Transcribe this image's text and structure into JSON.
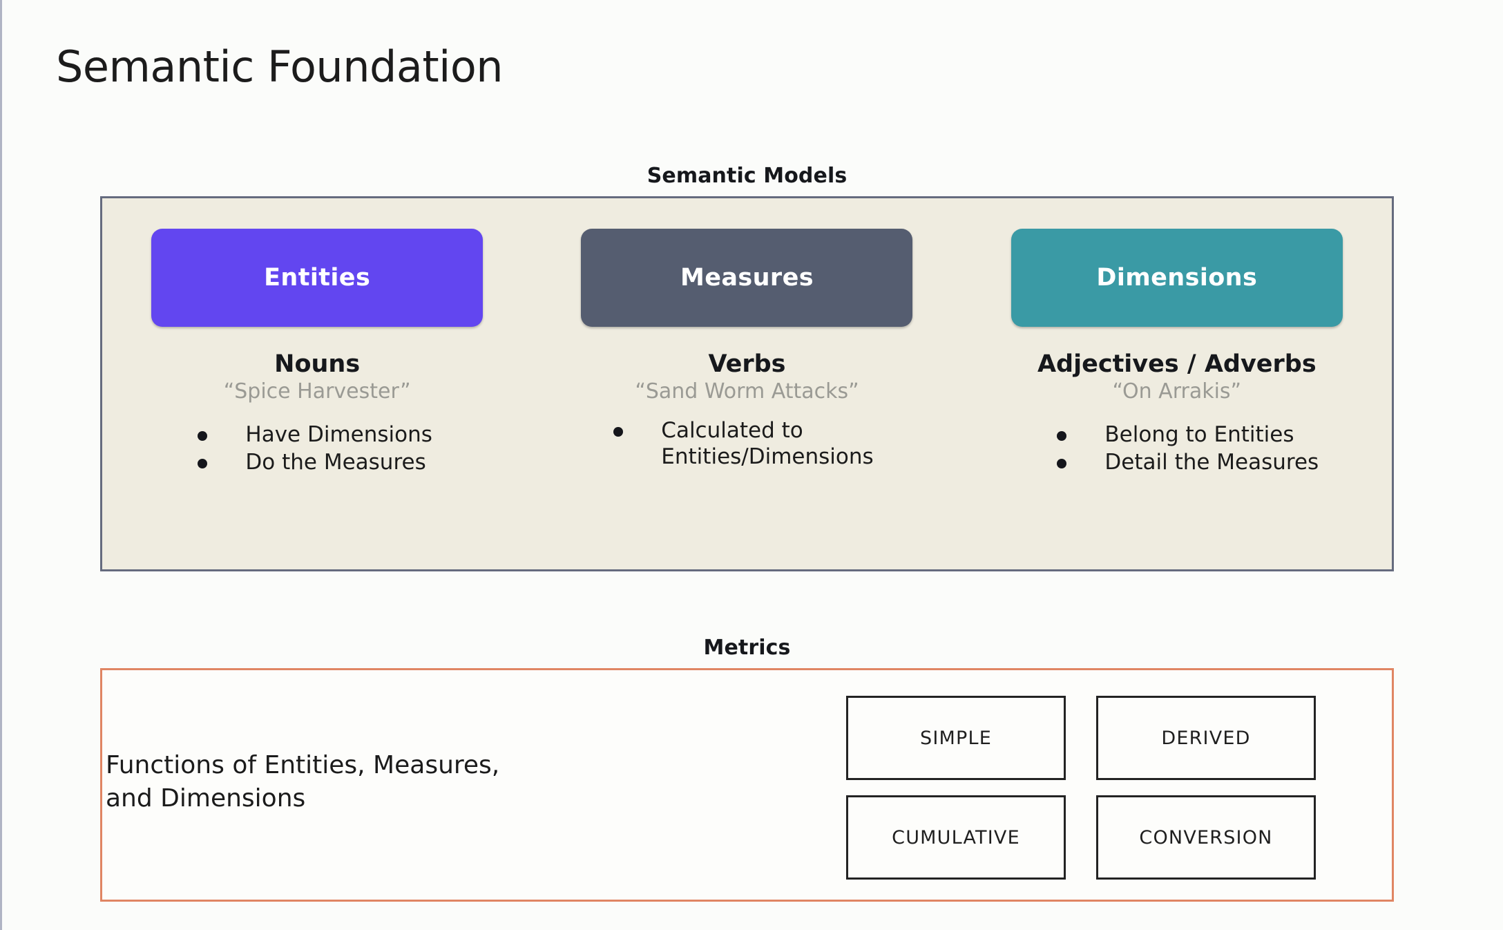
{
  "page": {
    "title": "Semantic Foundation",
    "background_color": "#fbfcfa"
  },
  "semantic_models": {
    "heading": "Semantic Models",
    "panel_background": "#efece0",
    "panel_border_color": "#656b7e",
    "columns": [
      {
        "pill_label": "Entities",
        "pill_color": "#6246f0",
        "part_of_speech": "Nouns",
        "example": "“Spice Harvester”",
        "bullets": [
          "Have Dimensions",
          "Do the Measures"
        ]
      },
      {
        "pill_label": "Measures",
        "pill_color": "#555d70",
        "part_of_speech": "Verbs",
        "example": "“Sand Worm Attacks”",
        "bullets": [
          "Calculated to\nEntities/Dimensions"
        ]
      },
      {
        "pill_label": "Dimensions",
        "pill_color": "#3a9aa5",
        "part_of_speech": "Adjectives / Adverbs",
        "example": "“On Arrakis”",
        "bullets": [
          "Belong to Entities",
          "Detail the Measures"
        ]
      }
    ]
  },
  "metrics": {
    "heading": "Metrics",
    "panel_border_color": "#e08563",
    "description": "Functions of Entities, Measures,\nand Dimensions",
    "types": [
      "SIMPLE",
      "DERIVED",
      "CUMULATIVE",
      "CONVERSION"
    ]
  }
}
